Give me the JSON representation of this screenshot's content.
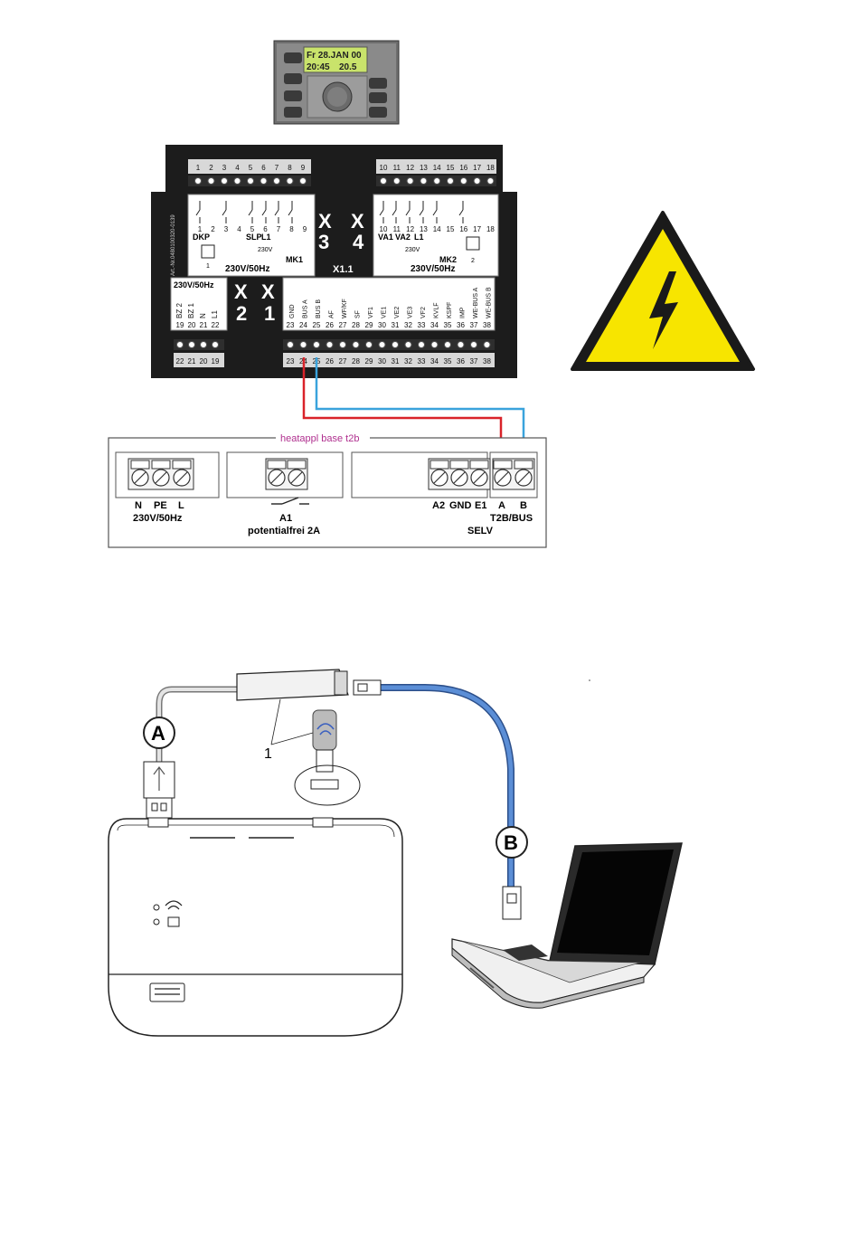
{
  "controller": {
    "lcd_line1": "Fr 28.JAN 00",
    "lcd_line2": "20:45",
    "lcd_value": "20.5"
  },
  "terminal_module": {
    "art_nr": "Art.-Nr.0480100320-0139",
    "x3_label": "X 3",
    "x4_label": "X 4",
    "x2_label": "X 2",
    "x1_label": "X 1",
    "x11_label": "X1.1",
    "top_left_numbers": [
      "1",
      "2",
      "3",
      "4",
      "5",
      "6",
      "7",
      "8",
      "9"
    ],
    "top_right_numbers": [
      "10",
      "11",
      "12",
      "13",
      "14",
      "15",
      "16",
      "17",
      "18"
    ],
    "mk1": {
      "numbers": [
        "1",
        "2",
        "3",
        "4",
        "5",
        "6",
        "7",
        "8",
        "9"
      ],
      "signal_labels": [
        "DKP",
        "SLP",
        "L1"
      ],
      "voltage": "230V/50Hz",
      "name": "MK1",
      "sub1": "1",
      "sub230": "230V"
    },
    "mk2": {
      "numbers": [
        "10",
        "11",
        "12",
        "13",
        "14",
        "15",
        "16",
        "17",
        "18"
      ],
      "signal_labels": [
        "VA1",
        "VA2",
        "L1"
      ],
      "voltage": "230V/50Hz",
      "name": "MK2",
      "sub2": "2",
      "sub230": "230V"
    },
    "x2_block": {
      "voltage": "230V/50Hz",
      "labels": [
        "BZ 2",
        "BZ 1",
        "N",
        "L1"
      ],
      "numbers": [
        "19",
        "20",
        "21",
        "22"
      ],
      "bottom_numbers": [
        "22",
        "21",
        "20",
        "19"
      ]
    },
    "x1_block": {
      "labels": [
        "GND",
        "BUS A",
        "BUS B",
        "AF",
        "WF/KF",
        "SF",
        "VF1",
        "VE1",
        "VE2",
        "VE3",
        "VF2",
        "KVLF",
        "KSPF",
        "IMP",
        "WE-BUS A",
        "WE-BUS B"
      ],
      "numbers": [
        "23",
        "24",
        "25",
        "26",
        "27",
        "28",
        "29",
        "30",
        "31",
        "32",
        "33",
        "34",
        "35",
        "36",
        "37",
        "38"
      ]
    },
    "bottom_right_numbers": [
      "23",
      "24",
      "25",
      "26",
      "27",
      "28",
      "29",
      "30",
      "31",
      "32",
      "33",
      "34",
      "35",
      "36",
      "37",
      "38"
    ]
  },
  "gateway_box": {
    "title": "heatappl base t2b",
    "left_labels": [
      "N",
      "PE",
      "L"
    ],
    "left_voltage": "230V/50Hz",
    "mid_label": "A1",
    "mid_sub": "potentialfrei 2A",
    "right_labels": [
      "A2",
      "GND",
      "E1"
    ],
    "bus_labels": [
      "A",
      "B"
    ],
    "bus_name": "T2B/BUS",
    "selv": "SELV"
  },
  "setup": {
    "label_a": "A",
    "label_b": "B",
    "label_1": "1"
  },
  "colors": {
    "wire_red": "#d9232a",
    "wire_blue": "#3aa3dc",
    "title_magenta": "#b0308f",
    "warning_yellow": "#f7e500",
    "lcd_green": "#c9e36b",
    "module_dark": "#1c1c1c",
    "cable_blue": "#5b8ed6"
  }
}
